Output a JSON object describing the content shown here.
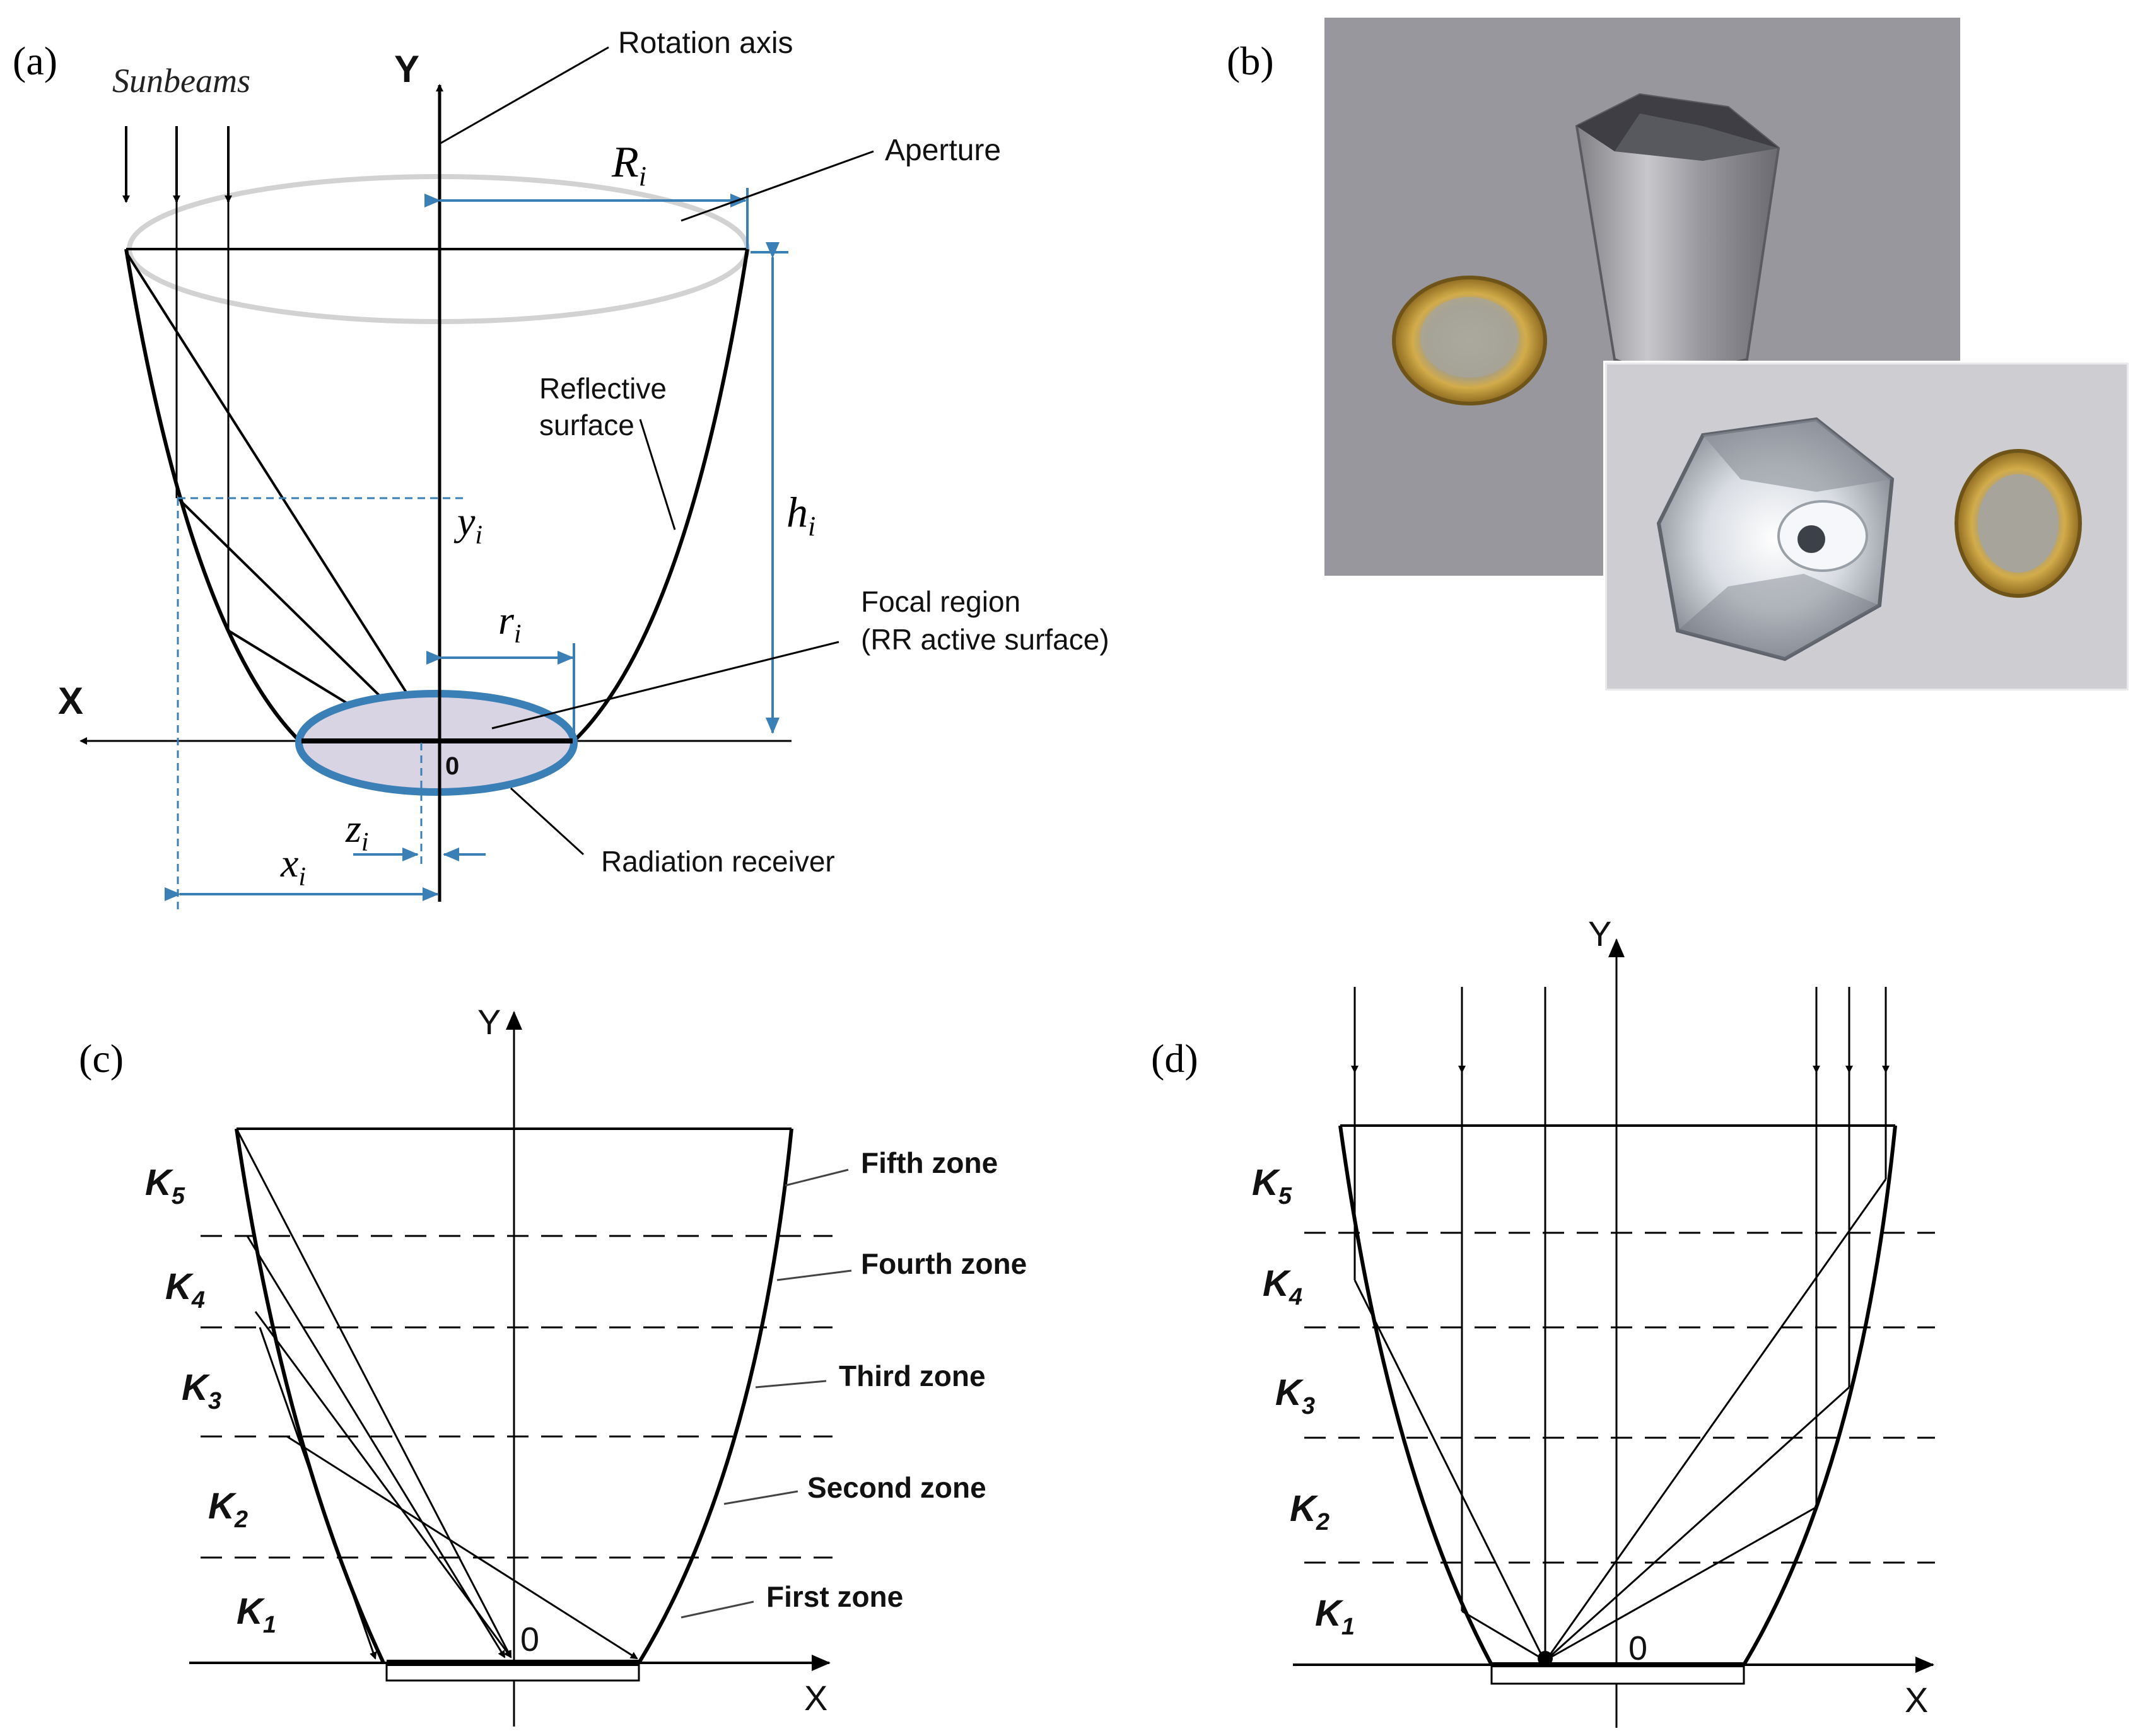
{
  "panels": {
    "a": {
      "label": "(a)",
      "sunbeams": "Sunbeams",
      "y_axis": "Y",
      "x_axis": "X",
      "origin": "0",
      "rotation_axis": "Rotation axis",
      "aperture": "Aperture",
      "reflective_surface_l1": "Reflective",
      "reflective_surface_l2": "surface",
      "focal_region_l1": "Focal region",
      "focal_region_l2": "(RR active surface)",
      "radiation_receiver": "Radiation receiver",
      "R_base": "R",
      "R_sub": "i",
      "h_base": "h",
      "h_sub": "i",
      "y_base": "y",
      "y_sub": "i",
      "r_base": "r",
      "r_sub": "i",
      "z_base": "z",
      "z_sub": "i",
      "x_base": "x",
      "x_sub": "i"
    },
    "b": {
      "label": "(b)"
    },
    "c": {
      "label": "(c)",
      "y_axis": "Y",
      "x_axis": "X",
      "origin": "0",
      "zones": [
        "Fifth zone",
        "Fourth zone",
        "Third zone",
        "Second zone",
        "First zone"
      ],
      "k_base": "K",
      "k_subs": [
        "5",
        "4",
        "3",
        "2",
        "1"
      ]
    },
    "d": {
      "label": "(d)",
      "y_axis": "Y",
      "x_axis": "X",
      "origin": "0",
      "k_base": "K",
      "k_subs": [
        "5",
        "4",
        "3",
        "2",
        "1"
      ]
    }
  },
  "colors": {
    "dimension_blue": "#3a7fb5",
    "receiver_fill": "#d9d4e4",
    "aperture_gray": "#d2d2d2",
    "photo_bg": "#8f9096",
    "coin_gold": "#c49a3a",
    "metal": "#b8b8bc"
  }
}
